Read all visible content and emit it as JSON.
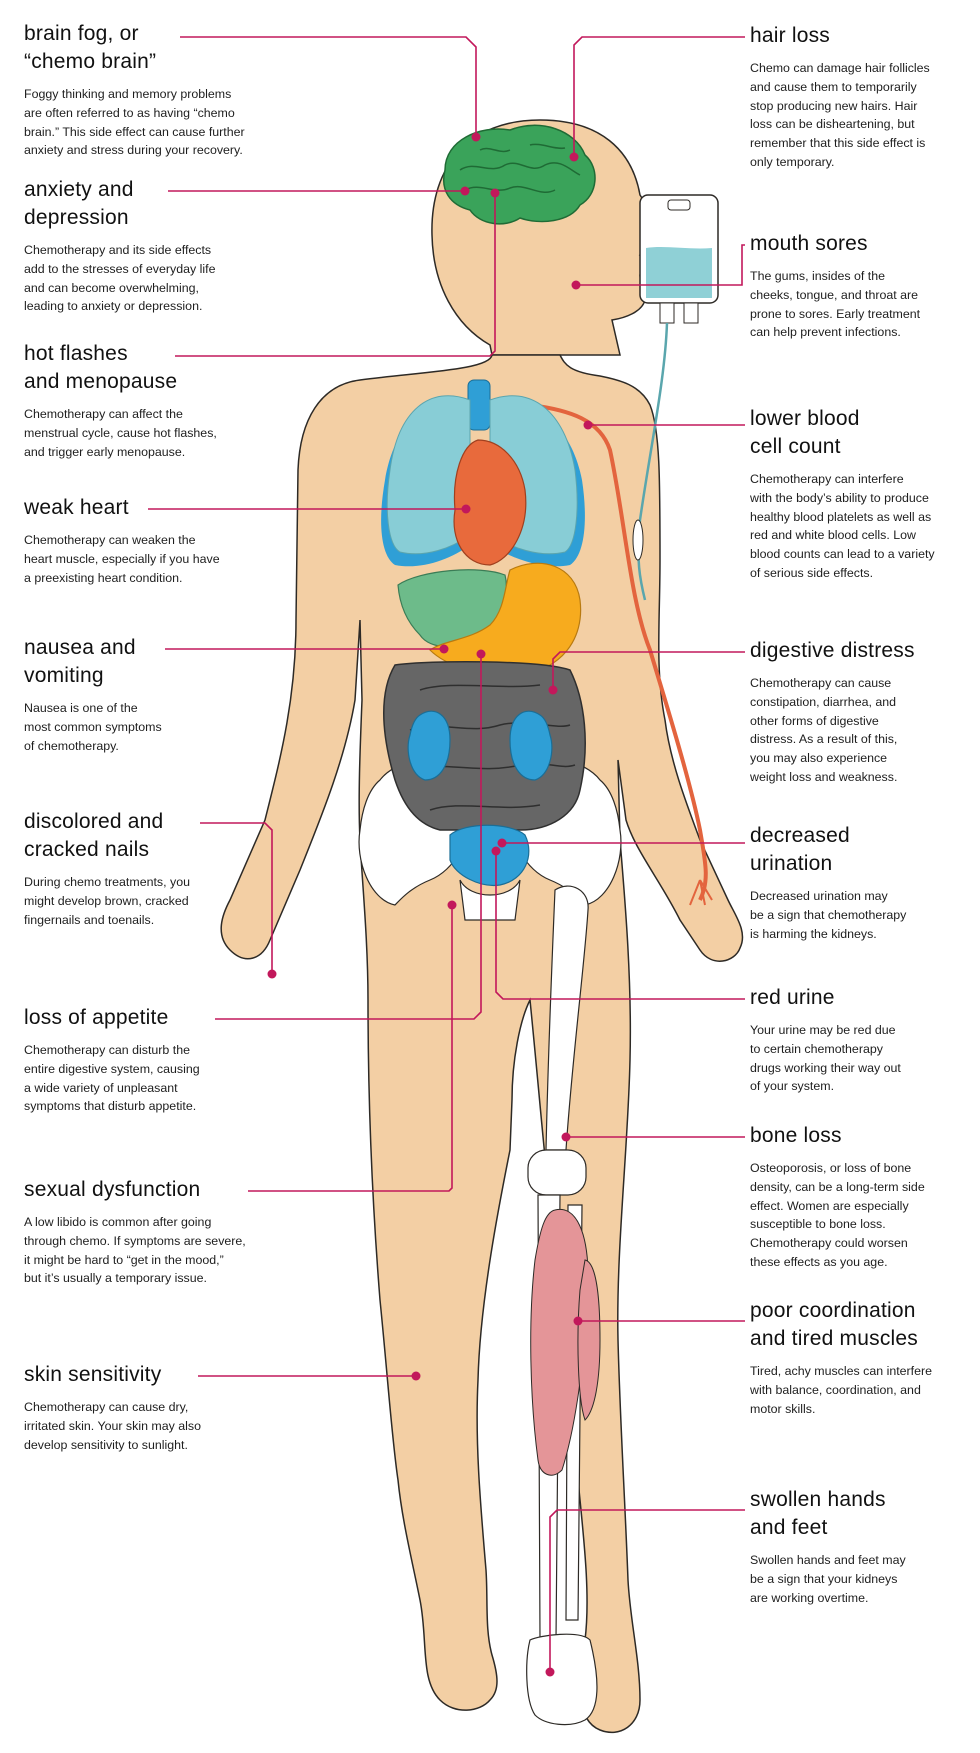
{
  "colors": {
    "skin": "#f3cfa4",
    "skin_outline": "#2d2a26",
    "leader": "#c2185b",
    "brain": "#3aa35a",
    "lungs": "#88cdd6",
    "lungs_back": "#2f9fd6",
    "heart": "#e86a3c",
    "liver": "#6dbb8a",
    "stomach": "#f7ab1e",
    "intestine": "#666666",
    "kidney": "#2f9fd6",
    "bladder": "#2f9fd6",
    "bone": "#ffffff",
    "muscle": "#e49598",
    "iv_fluid": "#8fd0d6",
    "blood_vessel": "#e3643e"
  },
  "callouts": {
    "brain_fog": {
      "title": "brain fog, or\n“chemo brain”",
      "desc": "Foggy thinking and memory problems\nare often referred to as having “chemo\nbrain.” This side effect can cause further\nanxiety and stress during your recovery."
    },
    "anxiety": {
      "title": "anxiety and\ndepression",
      "desc": "Chemotherapy and its side effects\nadd to the stresses of everyday life\nand can become overwhelming,\nleading to anxiety or depression."
    },
    "hot_flashes": {
      "title": "hot flashes\nand menopause",
      "desc": "Chemotherapy can affect the\nmenstrual cycle, cause hot flashes,\nand trigger early menopause."
    },
    "weak_heart": {
      "title": "weak heart",
      "desc": "Chemotherapy can weaken the\nheart muscle, especially if you have\na preexisting heart condition."
    },
    "nausea": {
      "title": "nausea and\nvomiting",
      "desc": "Nausea is one of the\nmost common symptoms\nof chemotherapy."
    },
    "nails": {
      "title": "discolored and\ncracked nails",
      "desc": "During chemo treatments, you\nmight develop brown, cracked\nfingernails and toenails."
    },
    "appetite": {
      "title": "loss of appetite",
      "desc": "Chemotherapy can disturb the\nentire digestive system, causing\na wide variety of unpleasant\nsymptoms that disturb appetite."
    },
    "sexual": {
      "title": "sexual dysfunction",
      "desc": "A low libido is common after going\nthrough chemo. If symptoms are severe,\nit might be hard to “get in the mood,”\nbut it’s usually a temporary issue."
    },
    "skin": {
      "title": "skin sensitivity",
      "desc": "Chemotherapy can cause dry,\nirritated skin. Your skin may also\ndevelop sensitivity to sunlight."
    },
    "hair_loss": {
      "title": "hair loss",
      "desc": "Chemo can damage hair follicles\nand cause them to temporarily\nstop producing new hairs. Hair\nloss can be disheartening, but\nremember that this side effect is\nonly temporary."
    },
    "mouth_sores": {
      "title": "mouth sores",
      "desc": "The gums, insides of the\ncheeks, tongue, and throat are\nprone to sores. Early treatment\ncan help prevent infections."
    },
    "blood_count": {
      "title": "lower blood\ncell count",
      "desc": "Chemotherapy can interfere\nwith the body’s ability to produce\nhealthy blood platelets as well as\nred and white blood cells. Low\nblood counts can lead to a variety\nof serious side effects."
    },
    "digestive": {
      "title": "digestive distress",
      "desc": "Chemotherapy can cause\nconstipation, diarrhea, and\nother forms of digestive\ndistress. As a result of this,\nyou may also experience\nweight loss and weakness."
    },
    "urination": {
      "title": "decreased\nurination",
      "desc": "Decreased urination may\nbe a sign that chemotherapy\nis harming the kidneys."
    },
    "red_urine": {
      "title": "red urine",
      "desc": "Your urine may be red due\nto certain chemotherapy\ndrugs working their way out\nof your system."
    },
    "bone_loss": {
      "title": "bone loss",
      "desc": "Osteoporosis, or loss of bone\ndensity, can be a long-term side\neffect. Women are especially\nsusceptible to bone loss.\nChemotherapy could worsen\nthese effects as you age."
    },
    "coordination": {
      "title": "poor coordination\nand tired muscles",
      "desc": "Tired, achy muscles can interfere\n with balance, coordination, and\nmotor skills."
    },
    "swollen": {
      "title": "swollen hands\nand feet",
      "desc": "Swollen hands and feet may\nbe a sign that your kidneys\nare working overtime."
    }
  }
}
